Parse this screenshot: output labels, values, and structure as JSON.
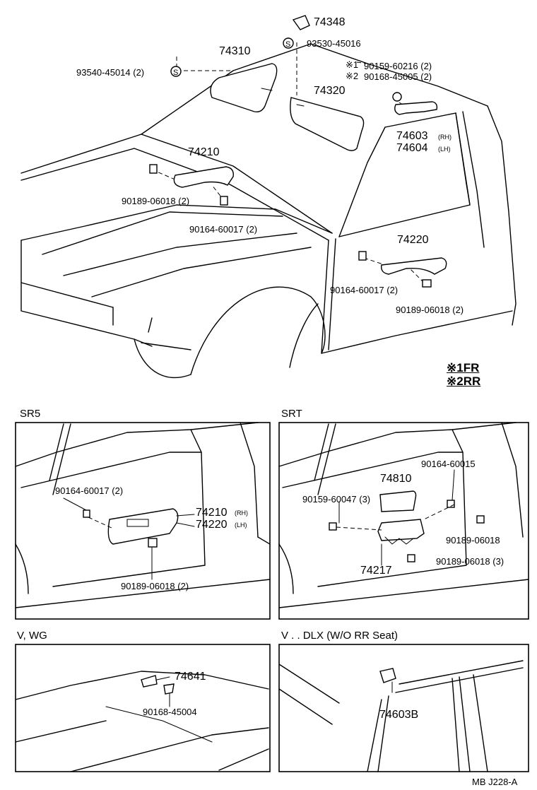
{
  "main": {
    "labels": {
      "p74348": "74348",
      "p93530": "93530-45016",
      "p74310": "74310",
      "p93540": "93540-45014 (2)",
      "mark1": "※1",
      "p90159a": "90159-60216 (2)",
      "mark2": "※2",
      "p90168a": "90168-45005 (2)",
      "p74320": "74320",
      "p74603": "74603",
      "rh": "(RH)",
      "p74604": "74604",
      "lh": "(LH)",
      "p74210": "74210",
      "p90189a": "90189-06018 (2)",
      "p90164a": "90164-60017 (2)",
      "p74220": "74220",
      "p90164b": "90164-60017 (2)",
      "p90189b": "90189-06018 (2)"
    },
    "legend": {
      "line1": "※1FR",
      "line2": "※2RR"
    }
  },
  "sections": {
    "sr5": {
      "title": "SR5",
      "p90164": "90164-60017 (2)",
      "p74210": "74210",
      "rh": "(RH)",
      "p74220": "74220",
      "lh": "(LH)",
      "p90189": "90189-06018 (2)"
    },
    "srt": {
      "title": "SRT",
      "p90164": "90164-60015",
      "p74810": "74810",
      "p90159": "90159-60047 (3)",
      "p90189a": "90189-06018",
      "p74217": "74217",
      "p90189b": "90189-06018 (3)"
    },
    "vwg": {
      "title": "V, WG",
      "p74641": "74641",
      "p90168": "90168-45004"
    },
    "vdlx": {
      "title": "V . . DLX (W/O RR Seat)",
      "p74603b": "74603B"
    }
  },
  "footer": {
    "code": "MB  J228-A"
  }
}
